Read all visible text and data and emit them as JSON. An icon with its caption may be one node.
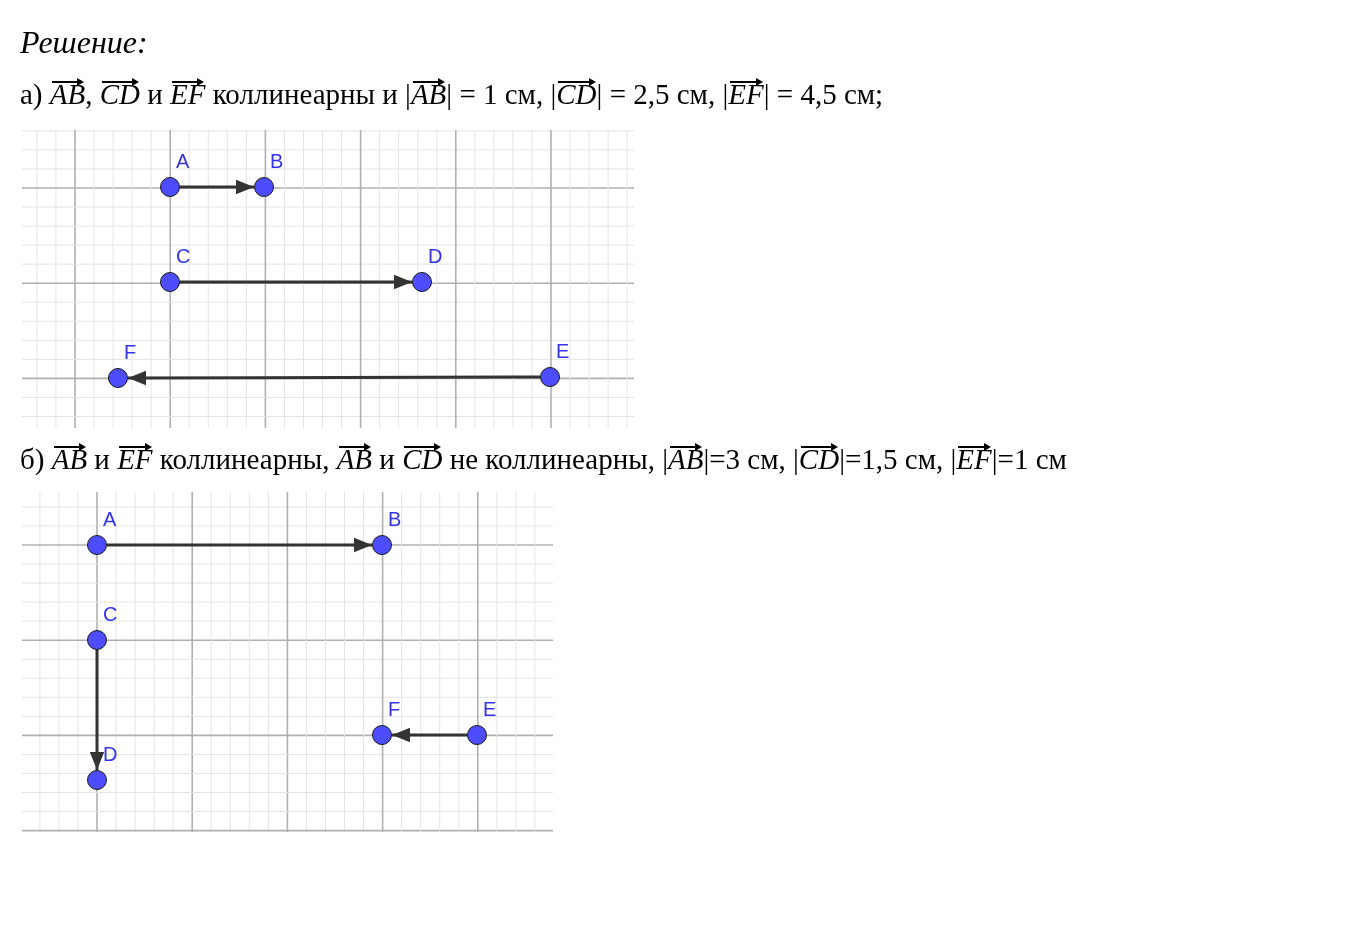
{
  "diagram": {
    "title": "Решение:",
    "nodes": [
      {
        "text": [
          "A"
        ]
      },
      {
        "text": [
          "B"
        ]
      },
      {
        "text": [
          "C"
        ]
      },
      {
        "text": [
          "D"
        ]
      },
      {
        "text": [
          "F"
        ]
      },
      {
        "text": [
          "E"
        ]
      },
      {
        "text": [
          "A"
        ]
      },
      {
        "text": [
          "B"
        ]
      },
      {
        "text": [
          "C"
        ]
      },
      {
        "text": [
          "D"
        ]
      },
      {
        "text": [
          "F"
        ]
      },
      {
        "text": [
          "E"
        ]
      }
    ],
    "edges": [
      {
        "from": 0,
        "to": 1,
        "arrow": "to"
      },
      {
        "from": 2,
        "to": 3,
        "arrow": "to"
      },
      {
        "from": 5,
        "to": 4,
        "arrow": "to"
      },
      {
        "from": 6,
        "to": 7,
        "arrow": "to"
      },
      {
        "from": 8,
        "to": 9,
        "arrow": "to"
      },
      {
        "from": 11,
        "to": 10,
        "arrow": "to"
      }
    ],
    "labels": [
      "а) AB⃗, CD⃗ и EF⃗ коллинеарны и |AB⃗| = 1 см, |CD⃗| = 2,5 см, |EF⃗| = 4,5 см;",
      "б) AB⃗ и EF⃗ коллинеарны, AB⃗ и CD⃗ не коллинеарны, |AB⃗|=3 см, |CD⃗|=1,5 см, |EF⃗|=1 см"
    ]
  }
}
